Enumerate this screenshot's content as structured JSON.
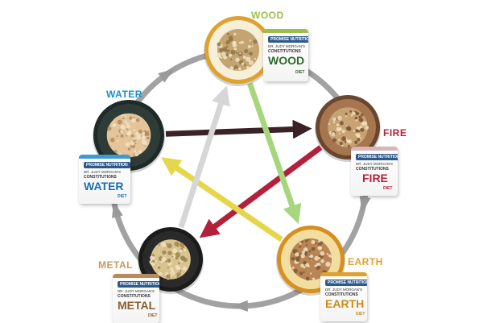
{
  "diagram": {
    "elements": [
      {
        "key": "wood",
        "label": "WOOD",
        "color": "#9bbf4a",
        "bowl_rim": "#e0a12e",
        "bowl_inner": "#f6efd9",
        "food": "#c4a571",
        "food_dark": "#8f7548"
      },
      {
        "key": "fire",
        "label": "FIRE",
        "color": "#b41f3a",
        "bowl_rim": "#6a4630",
        "bowl_inner": "#a6764e",
        "food": "#c7a273",
        "food_dark": "#7d5230"
      },
      {
        "key": "earth",
        "label": "EARTH",
        "color": "#e0a12e",
        "bowl_rim": "#d78f1f",
        "bowl_inner": "#f2dea0",
        "food": "#b88555",
        "food_dark": "#7f5836"
      },
      {
        "key": "metal",
        "label": "METAL",
        "color": "#c79a62",
        "bowl_rim": "#1b1b1b",
        "bowl_inner": "#2a2a2a",
        "food": "#d9c38e",
        "food_dark": "#9d8552"
      },
      {
        "key": "water",
        "label": "WATER",
        "color": "#1a8fcf",
        "bowl_rim": "#1f2a28",
        "bowl_inner": "#2e3b36",
        "food": "#e6c49a",
        "food_dark": "#b08b62"
      }
    ],
    "products": [
      {
        "key": "wood",
        "brand": "PROMISE NUTRITION",
        "line1": "DR. JUDY MORGAN'S",
        "line2": "CONSTITUTIONS",
        "name": "WOOD",
        "diet": "DIET",
        "accent": "#9bbf4a",
        "name_color": "#2e6b2a",
        "brand_bg": "#2d5a8c"
      },
      {
        "key": "fire",
        "brand": "PROMISE NUTRITION",
        "line1": "DR. JUDY MORGAN'S",
        "line2": "CONSTITUTIONS",
        "name": "FIRE",
        "diet": "DIET",
        "accent": "#d8b6b8",
        "name_color": "#b41f3a",
        "brand_bg": "#2d5a8c"
      },
      {
        "key": "earth",
        "brand": "PROMISE NUTRITION",
        "line1": "DR. JUDY MORGAN'S",
        "line2": "CONSTITUTIONS",
        "name": "EARTH",
        "diet": "DIET",
        "accent": "#e0a12e",
        "name_color": "#d08a12",
        "brand_bg": "#2d5a8c"
      },
      {
        "key": "metal",
        "brand": "PROMISE NUTRITION",
        "line1": "DR. JUDY MORGAN'S",
        "line2": "CONSTITUTIONS",
        "name": "METAL",
        "diet": "DIET",
        "accent": "#b78b5c",
        "name_color": "#8a5e2e",
        "brand_bg": "#2d5a8c"
      },
      {
        "key": "water",
        "brand": "PROMISE NUTRITION",
        "line1": "DR. JUDY MORGAN'S",
        "line2": "CONSTITUTIONS",
        "name": "WATER",
        "diet": "DIET",
        "accent": "#3a9bd5",
        "name_color": "#1a6fb0",
        "brand_bg": "#2d5a8c"
      }
    ],
    "cycle_arrows": [
      {
        "from": "wood",
        "to": "fire",
        "color": "#9a9a9a"
      },
      {
        "from": "fire",
        "to": "earth",
        "color": "#9a9a9a"
      },
      {
        "from": "earth",
        "to": "metal",
        "color": "#9a9a9a"
      },
      {
        "from": "metal",
        "to": "water",
        "color": "#9a9a9a"
      },
      {
        "from": "water",
        "to": "wood",
        "color": "#9a9a9a"
      }
    ],
    "star_arrows": [
      {
        "from": "water",
        "to": "fire",
        "color": "#3a2226"
      },
      {
        "from": "fire",
        "to": "metal",
        "color": "#b41f3a"
      },
      {
        "from": "earth",
        "to": "water",
        "color": "#e6d64a"
      },
      {
        "from": "metal",
        "to": "wood",
        "color": "#d6d6d6"
      },
      {
        "from": "wood",
        "to": "earth",
        "color": "#a6d67d"
      }
    ]
  }
}
